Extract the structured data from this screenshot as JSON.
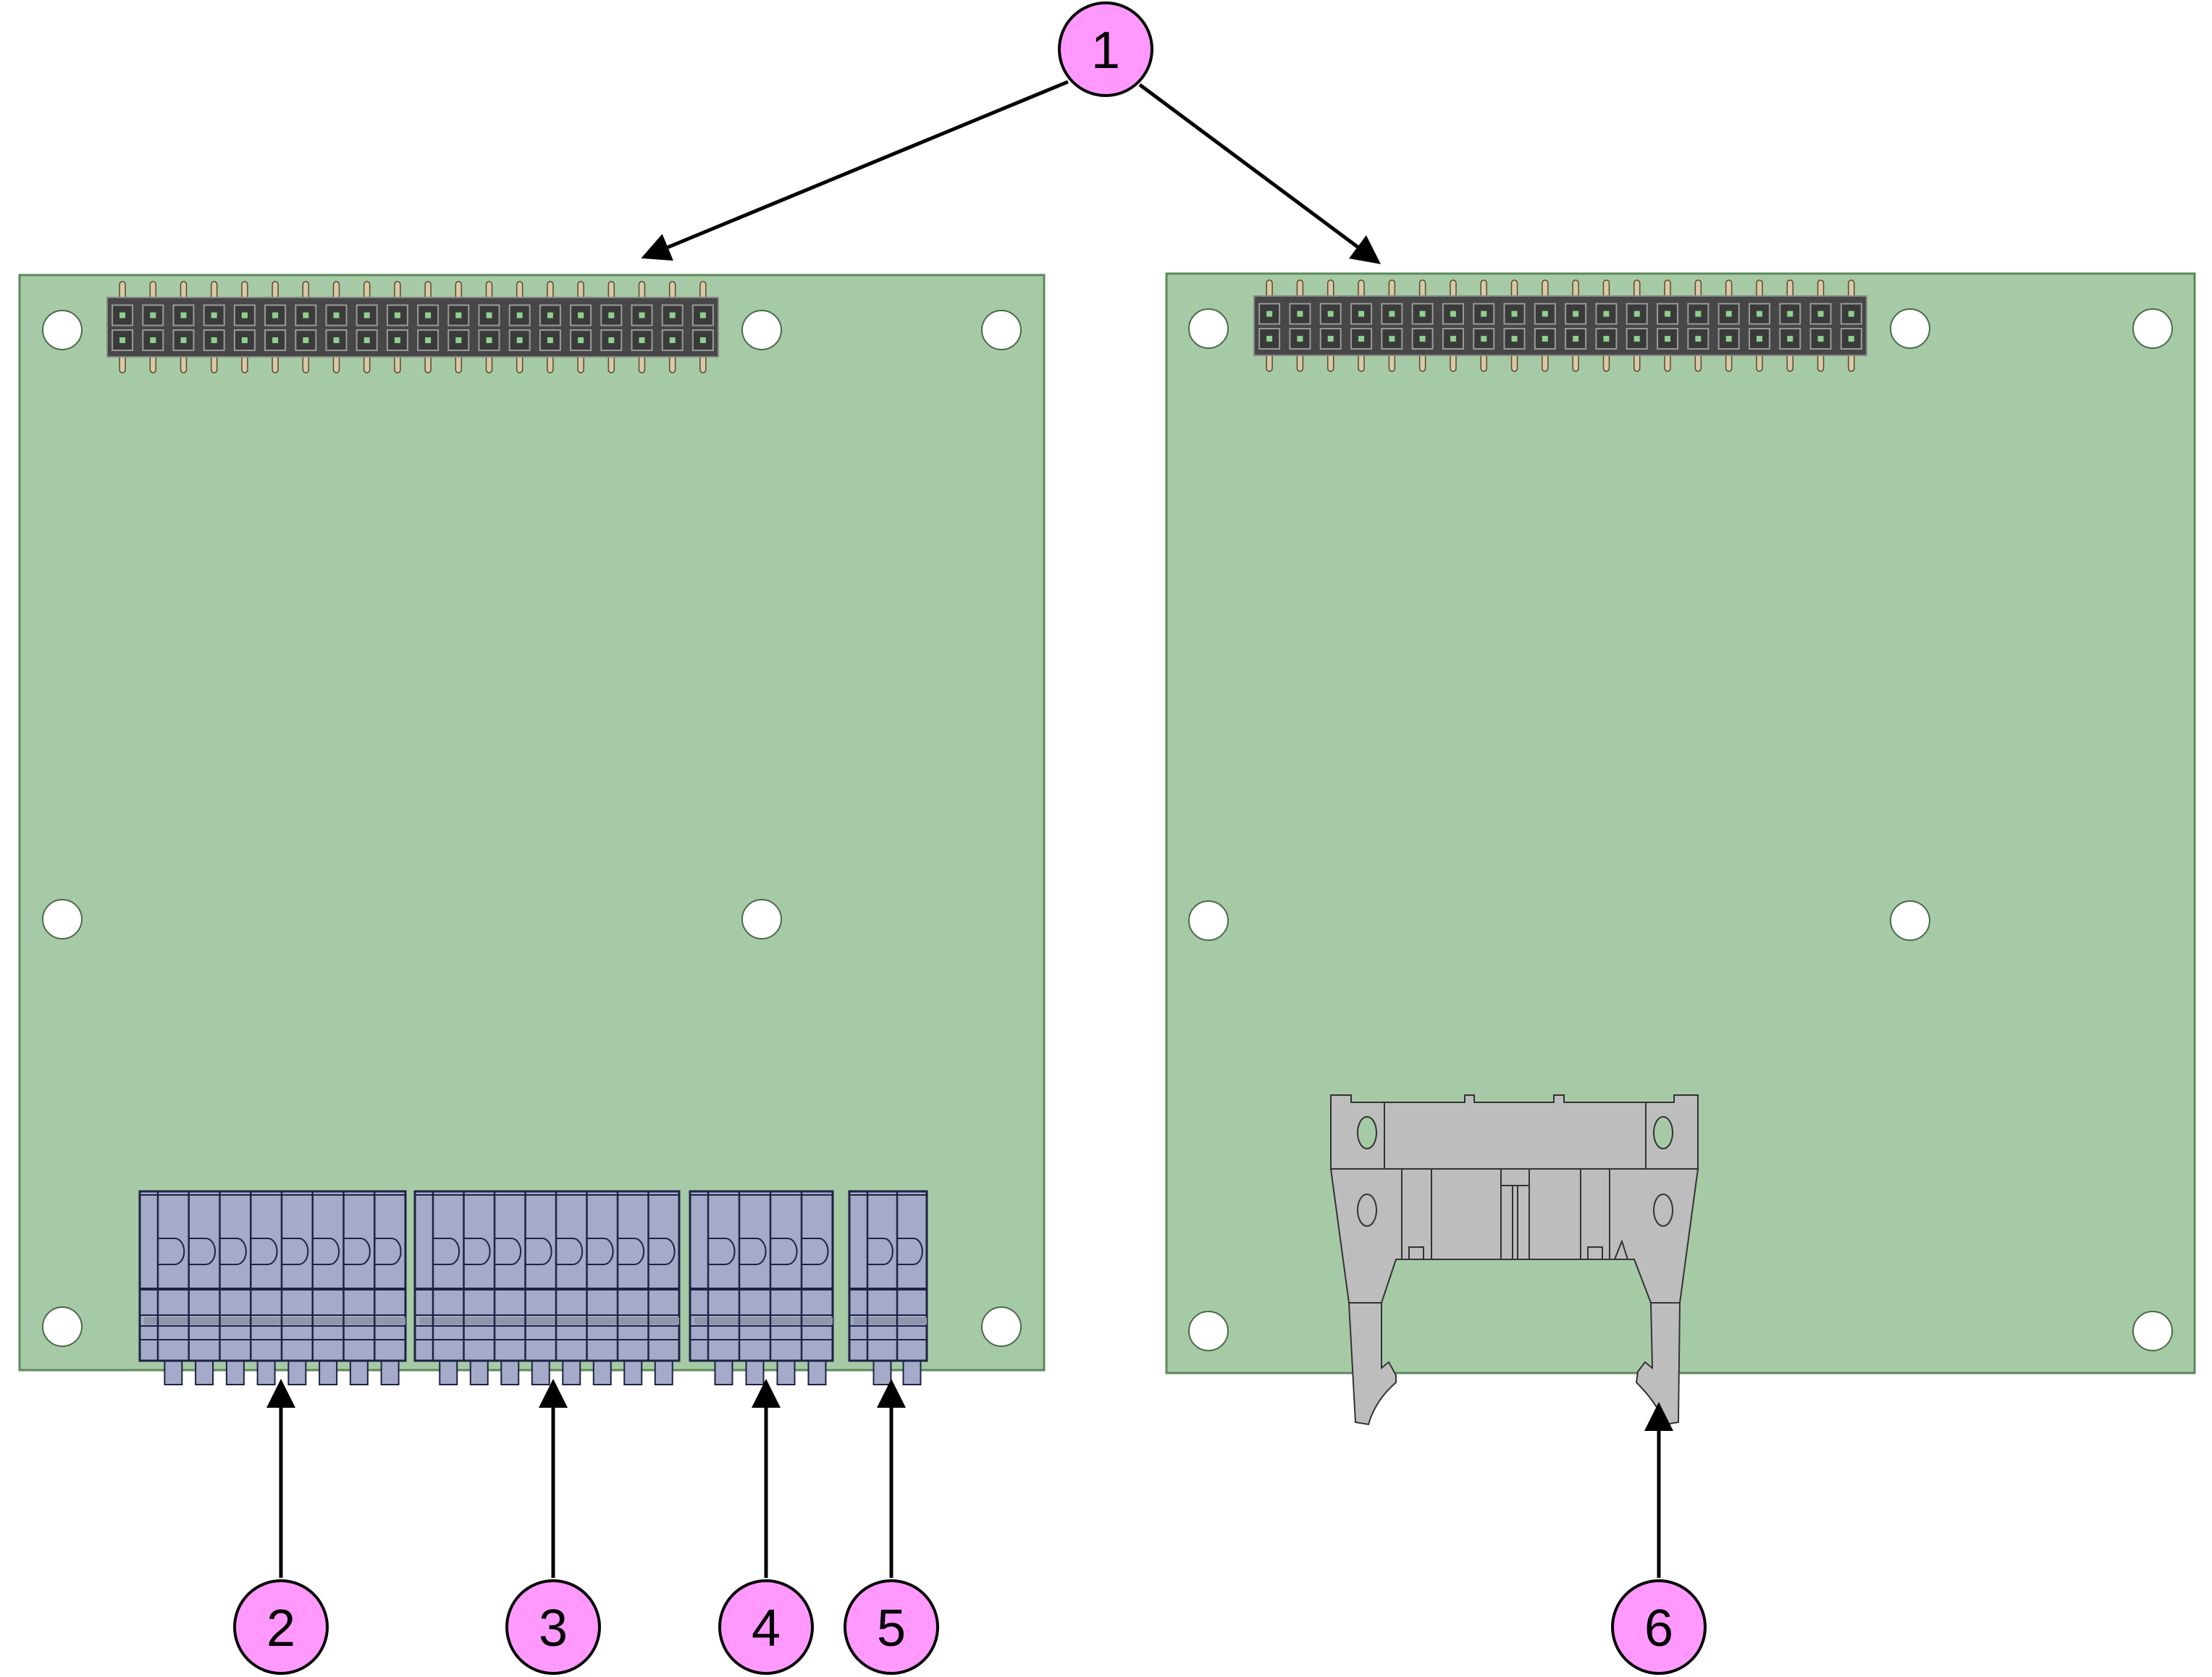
{
  "colors": {
    "board": "#a7caa6",
    "board_edge": "#5a8a5a",
    "header": "#474747",
    "terminal": "#a5aac8",
    "terminal_line": "#1c2344",
    "idc": "#bdbdbd",
    "callout_fill": "#ff99ff",
    "arrow": "#000000"
  },
  "callouts": [
    {
      "label": "1"
    },
    {
      "label": "2"
    },
    {
      "label": "3"
    },
    {
      "label": "4"
    },
    {
      "label": "5"
    },
    {
      "label": "6"
    }
  ],
  "header_columns": 20,
  "terminal_blocks": [
    {
      "positions": 8
    },
    {
      "positions": 8
    },
    {
      "positions": 4
    },
    {
      "positions": 2
    }
  ]
}
